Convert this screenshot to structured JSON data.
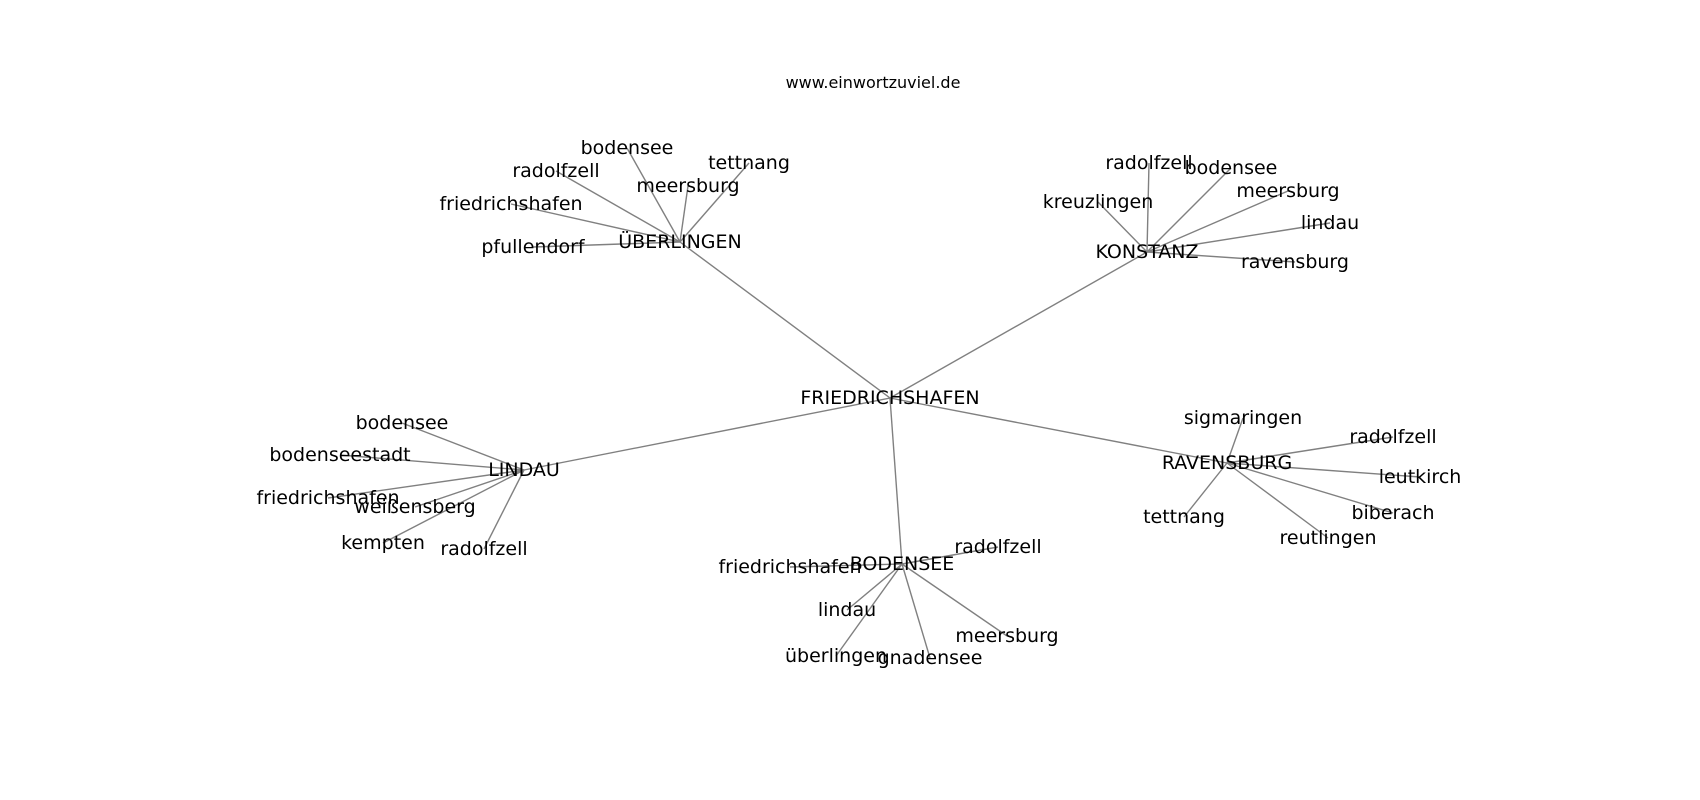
{
  "header": {
    "site_url": "www.einwortzuviel.de"
  },
  "graph": {
    "root": "FRIEDRICHSHAFEN",
    "hubs": [
      {
        "id": "uberlingen",
        "label": "ÜBERLINGEN",
        "leaves": [
          "bodensee",
          "radolfzell",
          "tettnang",
          "meersburg",
          "friedrichshafen",
          "pfullendorf"
        ]
      },
      {
        "id": "konstanz",
        "label": "KONSTANZ",
        "leaves": [
          "radolfzell",
          "bodensee",
          "kreuzlingen",
          "meersburg",
          "lindau",
          "ravensburg"
        ]
      },
      {
        "id": "lindau",
        "label": "LINDAU",
        "leaves": [
          "bodensee",
          "bodenseestadt",
          "friedrichshafen",
          "weißensberg",
          "kempten",
          "radolfzell"
        ]
      },
      {
        "id": "ravensburg",
        "label": "RAVENSBURG",
        "leaves": [
          "sigmaringen",
          "radolfzell",
          "leutkirch",
          "tettnang",
          "biberach",
          "reutlingen"
        ]
      },
      {
        "id": "bodensee",
        "label": "BODENSEE",
        "leaves": [
          "radolfzell",
          "friedrichshafen",
          "lindau",
          "meersburg",
          "überlingen",
          "gnadensee"
        ]
      }
    ]
  },
  "colors": {
    "edge": "#808080",
    "text": "#000000",
    "background": "#ffffff"
  }
}
